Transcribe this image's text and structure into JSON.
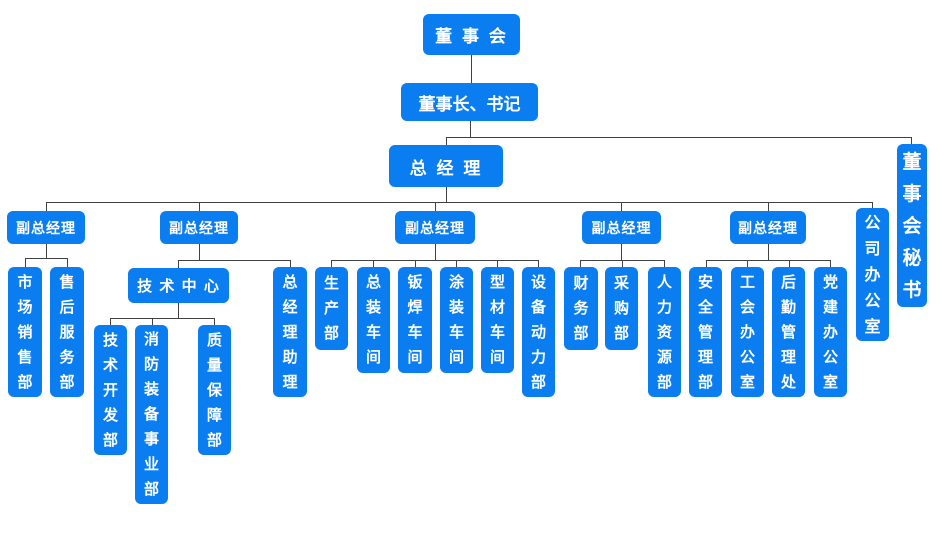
{
  "diagram": {
    "type": "org-chart",
    "colors": {
      "box_fill": "#0a7df0",
      "box_text": "#ffffff",
      "connector_line": "#424242",
      "background": "#ffffff"
    },
    "nodes": {
      "board": {
        "label": "董 事 会"
      },
      "chairman": {
        "label": "董事长、书记"
      },
      "general_manager": {
        "label": "总 经 理"
      },
      "deputy_gm_1": {
        "label": "副总经理"
      },
      "deputy_gm_2": {
        "label": "副总经理"
      },
      "deputy_gm_3": {
        "label": "副总经理"
      },
      "deputy_gm_4": {
        "label": "副总经理"
      },
      "deputy_gm_5": {
        "label": "副总经理"
      },
      "board_secretary": {
        "label": "董事会秘书"
      },
      "company_office": {
        "label": "公司办公室"
      },
      "market_sales": {
        "label": "市场销售部"
      },
      "after_sales": {
        "label": "售后服务部"
      },
      "tech_center": {
        "label": "技 术 中 心"
      },
      "gm_assistant": {
        "label": "总经理助理"
      },
      "tech_dev": {
        "label": "技术开发部"
      },
      "fire_equipment": {
        "label": "消防装备事业部"
      },
      "quality_assurance": {
        "label": "质量保障部"
      },
      "production": {
        "label": "生产部"
      },
      "final_assembly": {
        "label": "总装车间"
      },
      "sheet_metal_welding": {
        "label": "钣焊车间"
      },
      "painting": {
        "label": "涂装车间"
      },
      "profile_workshop": {
        "label": "型材车间"
      },
      "equipment_power": {
        "label": "设备动力部"
      },
      "finance": {
        "label": "财务部"
      },
      "procurement": {
        "label": "采购部"
      },
      "human_resources": {
        "label": "人力资源部"
      },
      "safety_management": {
        "label": "安全管理部"
      },
      "union_office": {
        "label": "工会办公室"
      },
      "logistics": {
        "label": "后勤管理处"
      },
      "party_building": {
        "label": "党建办公室"
      }
    },
    "hierarchy": {
      "董事会": [
        "董事长、书记"
      ],
      "董事长、书记": [
        "总经理",
        "董事会秘书"
      ],
      "总经理": [
        "副总经理(1)",
        "副总经理(2)",
        "副总经理(3)",
        "副总经理(4)",
        "副总经理(5)",
        "公司办公室"
      ],
      "副总经理(1)": [
        "市场销售部",
        "售后服务部"
      ],
      "副总经理(2)": [
        "技术中心",
        "总经理助理"
      ],
      "技术中心": [
        "技术开发部",
        "消防装备事业部",
        "质量保障部"
      ],
      "副总经理(3)": [
        "生产部",
        "总装车间",
        "钣焊车间",
        "涂装车间",
        "型材车间",
        "设备动力部"
      ],
      "副总经理(4)": [
        "财务部",
        "采购部",
        "人力资源部"
      ],
      "副总经理(5)": [
        "安全管理部",
        "工会办公室",
        "后勤管理处",
        "党建办公室"
      ]
    }
  }
}
